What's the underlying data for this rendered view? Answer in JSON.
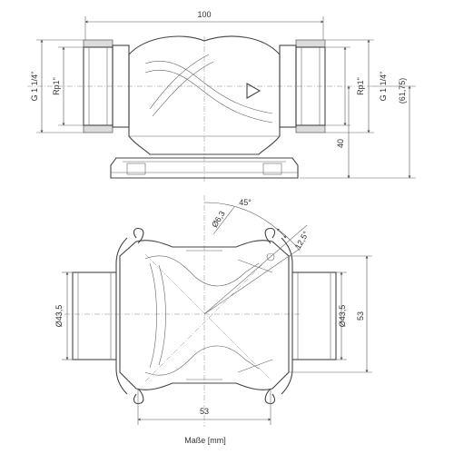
{
  "labels": {
    "top_width": "100",
    "g_left": "G 1 1/4\"",
    "rp_left": "Rp1\"",
    "rp_right": "Rp1\"",
    "g_right": "G 1 1/4\"",
    "h_total": "(61,75)",
    "h_lower": "40",
    "angle_45": "45°",
    "angle_12_5": "12,5°",
    "d_6_3": "Ø6,3",
    "d_43_5_left": "Ø43,5",
    "d_43_5_right": "Ø43,5",
    "h_53": "53",
    "w_53": "53",
    "caption": "Maße [mm]"
  }
}
